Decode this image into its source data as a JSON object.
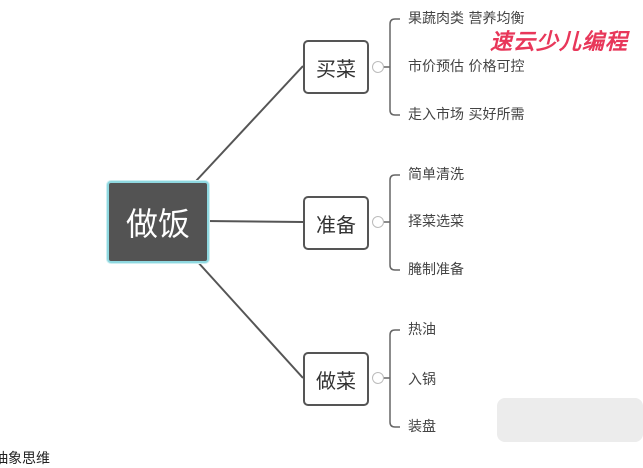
{
  "root": {
    "label": "做饭"
  },
  "branches": [
    {
      "label": "买菜",
      "leaves": [
        "果蔬肉类 营养均衡",
        "市价预估 价格可控",
        "走入市场 买好所需"
      ]
    },
    {
      "label": "准备",
      "leaves": [
        "简单清洗",
        "择菜选菜",
        "腌制准备"
      ]
    },
    {
      "label": "做菜",
      "leaves": [
        "热油",
        "入锅",
        "装盘"
      ]
    }
  ],
  "watermark": "速云少儿编程",
  "caption": "抽象思维",
  "colors": {
    "root_fill": "#535353",
    "root_border": "#8fd8e0",
    "watermark": "#e8375a"
  }
}
